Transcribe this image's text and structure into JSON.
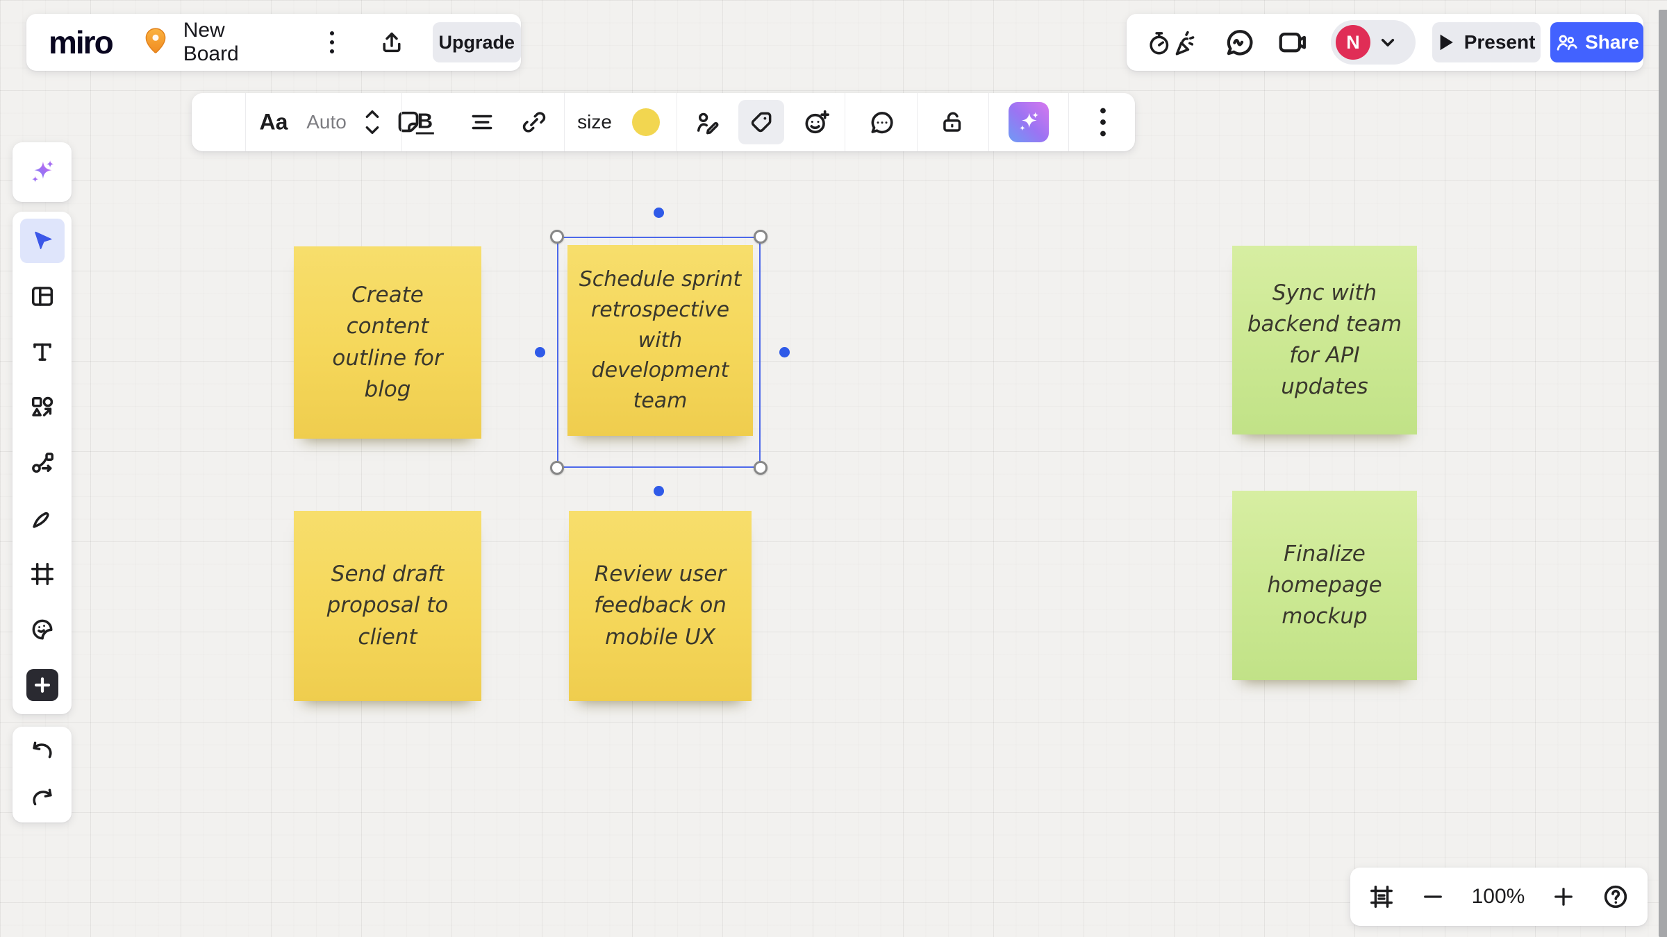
{
  "app": {
    "logo_text": "miro"
  },
  "header": {
    "board_name": "New Board",
    "upgrade_label": "Upgrade",
    "present_label": "Present",
    "share_label": "Share",
    "avatar_initial": "N"
  },
  "toolbar": {
    "font_icon_text": "Aa",
    "font_size_value": "Auto",
    "bold_label": "B",
    "size_label": "size",
    "sticky_color": "#f2d650"
  },
  "notes": [
    {
      "text": "Create\ncontent\noutline for\nblog",
      "color": "yellow"
    },
    {
      "text": "Schedule sprint\nretrospective\nwith\ndevelopment\nteam",
      "color": "yellow",
      "selected": true
    },
    {
      "text": "Send draft\nproposal to\nclient",
      "color": "yellow"
    },
    {
      "text": "Review user\nfeedback on\nmobile UX",
      "color": "yellow"
    },
    {
      "text": "Sync with\nbackend team\nfor API\nupdates",
      "color": "green"
    },
    {
      "text": "Finalize\nhomepage\nmockup",
      "color": "green"
    }
  ],
  "zoom_controls": {
    "zoom_level": "100%"
  },
  "colors": {
    "accent_blue": "#4262ff",
    "sticky_yellow": "#f5d75a",
    "sticky_green": "#cbe892",
    "avatar_red": "#e02d56",
    "selection_blue": "#4c68ea",
    "pin_orange": "#f79d2d"
  }
}
